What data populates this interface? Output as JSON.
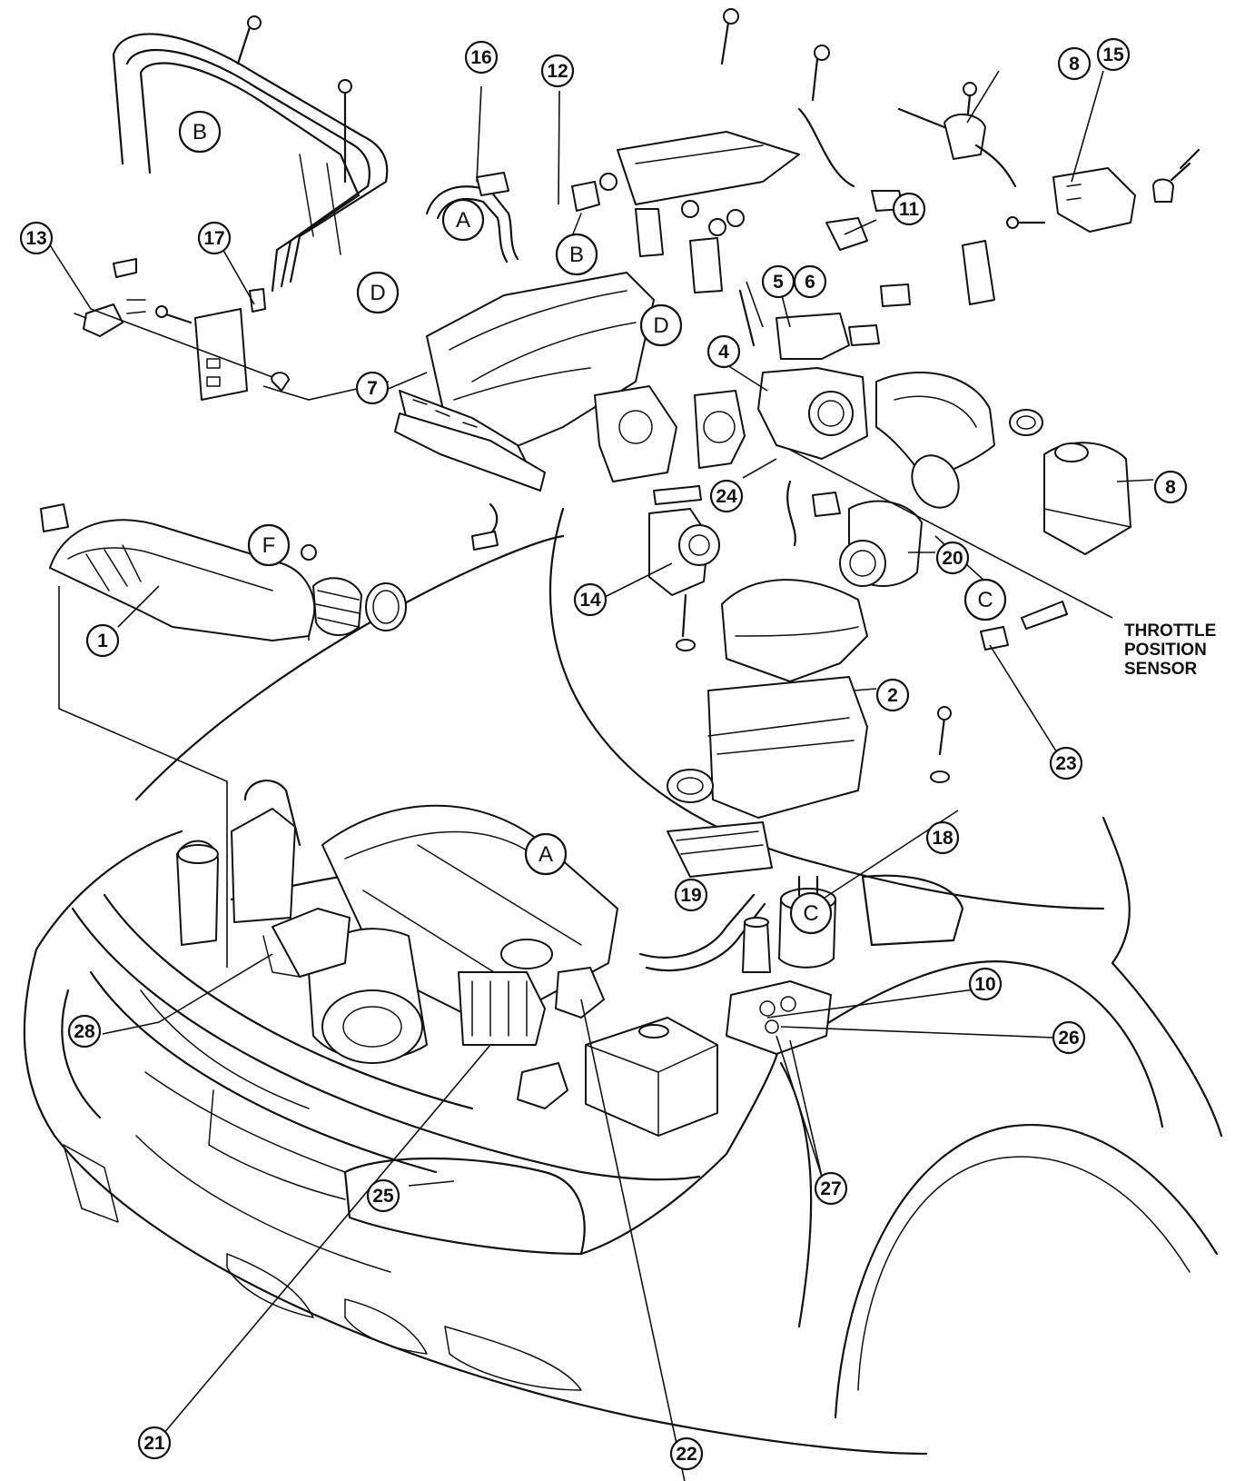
{
  "sensor_label": {
    "line1": "THROTTLE",
    "line2": "POSITION",
    "line3": "SENSOR"
  },
  "callouts": [
    {
      "id": "c1",
      "text": "1"
    },
    {
      "id": "c2",
      "text": "2"
    },
    {
      "id": "c4",
      "text": "4"
    },
    {
      "id": "c5",
      "text": "5"
    },
    {
      "id": "c6",
      "text": "6"
    },
    {
      "id": "c7",
      "text": "7"
    },
    {
      "id": "c8a",
      "text": "8"
    },
    {
      "id": "c8b",
      "text": "8"
    },
    {
      "id": "c10",
      "text": "10"
    },
    {
      "id": "c11",
      "text": "11"
    },
    {
      "id": "c12",
      "text": "12"
    },
    {
      "id": "c13",
      "text": "13"
    },
    {
      "id": "c14",
      "text": "14"
    },
    {
      "id": "c15",
      "text": "15"
    },
    {
      "id": "c16",
      "text": "16"
    },
    {
      "id": "c17",
      "text": "17"
    },
    {
      "id": "c18",
      "text": "18"
    },
    {
      "id": "c19",
      "text": "19"
    },
    {
      "id": "c20",
      "text": "20"
    },
    {
      "id": "c21",
      "text": "21"
    },
    {
      "id": "c22",
      "text": "22"
    },
    {
      "id": "c23",
      "text": "23"
    },
    {
      "id": "c24",
      "text": "24"
    },
    {
      "id": "c25",
      "text": "25"
    },
    {
      "id": "c26",
      "text": "26"
    },
    {
      "id": "c27",
      "text": "27"
    },
    {
      "id": "c28",
      "text": "28"
    }
  ],
  "letter_markers": [
    {
      "id": "lB1",
      "text": "B"
    },
    {
      "id": "lA1",
      "text": "A"
    },
    {
      "id": "lD1",
      "text": "D"
    },
    {
      "id": "lB2",
      "text": "B"
    },
    {
      "id": "lD2",
      "text": "D"
    },
    {
      "id": "lF",
      "text": "F"
    },
    {
      "id": "lC1",
      "text": "C"
    },
    {
      "id": "lA2",
      "text": "A"
    },
    {
      "id": "lC2",
      "text": "C"
    }
  ]
}
